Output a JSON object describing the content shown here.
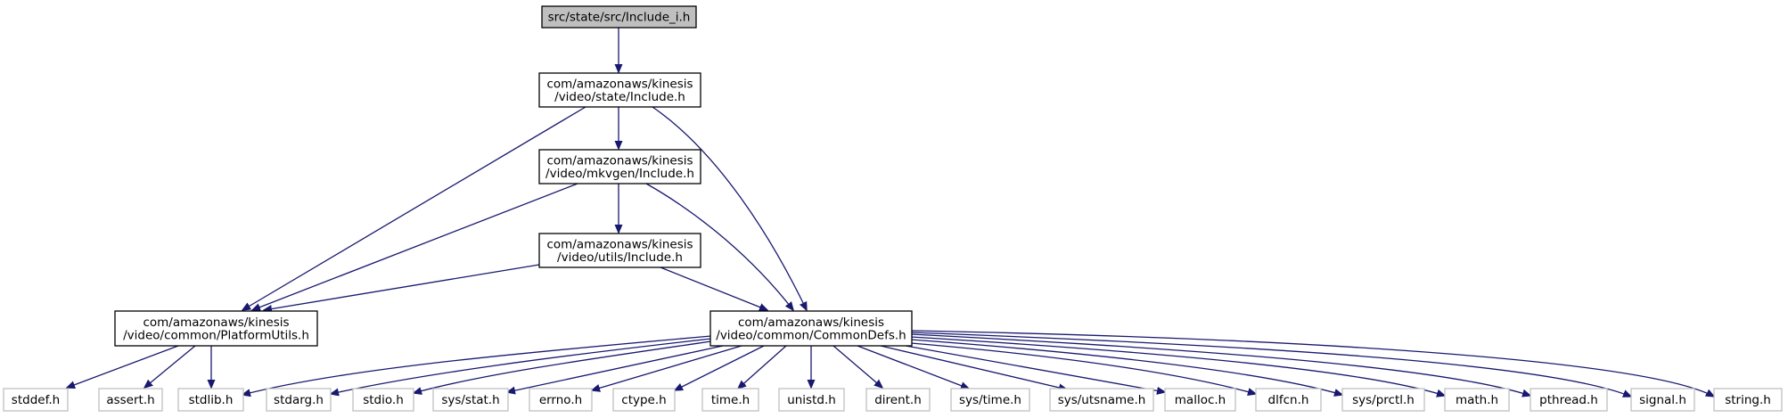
{
  "colors": {
    "edge": "#191970",
    "root_fill": "#bfbfbf",
    "root_stroke": "#000000",
    "header_fill": "#ffffff",
    "header_stroke": "#000000",
    "leaf_fill": "#ffffff",
    "leaf_stroke": "#bfbfbf"
  },
  "nodes": {
    "include_i": {
      "kind": "root",
      "lines": [
        "src/state/src/Include_i.h"
      ]
    },
    "state_include": {
      "kind": "header",
      "lines": [
        "com/amazonaws/kinesis",
        "/video/state/Include.h"
      ]
    },
    "mkvgen_include": {
      "kind": "header",
      "lines": [
        "com/amazonaws/kinesis",
        "/video/mkvgen/Include.h"
      ]
    },
    "utils_include": {
      "kind": "header",
      "lines": [
        "com/amazonaws/kinesis",
        "/video/utils/Include.h"
      ]
    },
    "platform_utils": {
      "kind": "header",
      "lines": [
        "com/amazonaws/kinesis",
        "/video/common/PlatformUtils.h"
      ]
    },
    "common_defs": {
      "kind": "header",
      "lines": [
        "com/amazonaws/kinesis",
        "/video/common/CommonDefs.h"
      ]
    },
    "stddef": {
      "kind": "leaf",
      "lines": [
        "stddef.h"
      ]
    },
    "assert": {
      "kind": "leaf",
      "lines": [
        "assert.h"
      ]
    },
    "stdlib": {
      "kind": "leaf",
      "lines": [
        "stdlib.h"
      ]
    },
    "stdarg": {
      "kind": "leaf",
      "lines": [
        "stdarg.h"
      ]
    },
    "stdio": {
      "kind": "leaf",
      "lines": [
        "stdio.h"
      ]
    },
    "sys_stat": {
      "kind": "leaf",
      "lines": [
        "sys/stat.h"
      ]
    },
    "errno": {
      "kind": "leaf",
      "lines": [
        "errno.h"
      ]
    },
    "ctype": {
      "kind": "leaf",
      "lines": [
        "ctype.h"
      ]
    },
    "time": {
      "kind": "leaf",
      "lines": [
        "time.h"
      ]
    },
    "unistd": {
      "kind": "leaf",
      "lines": [
        "unistd.h"
      ]
    },
    "dirent": {
      "kind": "leaf",
      "lines": [
        "dirent.h"
      ]
    },
    "sys_time": {
      "kind": "leaf",
      "lines": [
        "sys/time.h"
      ]
    },
    "sys_utsname": {
      "kind": "leaf",
      "lines": [
        "sys/utsname.h"
      ]
    },
    "malloc": {
      "kind": "leaf",
      "lines": [
        "malloc.h"
      ]
    },
    "dlfcn": {
      "kind": "leaf",
      "lines": [
        "dlfcn.h"
      ]
    },
    "sys_prctl": {
      "kind": "leaf",
      "lines": [
        "sys/prctl.h"
      ]
    },
    "math": {
      "kind": "leaf",
      "lines": [
        "math.h"
      ]
    },
    "pthread": {
      "kind": "leaf",
      "lines": [
        "pthread.h"
      ]
    },
    "signal": {
      "kind": "leaf",
      "lines": [
        "signal.h"
      ]
    },
    "string": {
      "kind": "leaf",
      "lines": [
        "string.h"
      ]
    }
  },
  "edges": [
    [
      "include_i",
      "state_include"
    ],
    [
      "state_include",
      "mkvgen_include"
    ],
    [
      "state_include",
      "platform_utils"
    ],
    [
      "state_include",
      "common_defs"
    ],
    [
      "mkvgen_include",
      "utils_include"
    ],
    [
      "mkvgen_include",
      "platform_utils"
    ],
    [
      "mkvgen_include",
      "common_defs"
    ],
    [
      "utils_include",
      "platform_utils"
    ],
    [
      "utils_include",
      "common_defs"
    ],
    [
      "platform_utils",
      "stddef"
    ],
    [
      "platform_utils",
      "assert"
    ],
    [
      "platform_utils",
      "stdlib"
    ],
    [
      "common_defs",
      "stdlib"
    ],
    [
      "common_defs",
      "stdarg"
    ],
    [
      "common_defs",
      "stdio"
    ],
    [
      "common_defs",
      "sys_stat"
    ],
    [
      "common_defs",
      "errno"
    ],
    [
      "common_defs",
      "ctype"
    ],
    [
      "common_defs",
      "time"
    ],
    [
      "common_defs",
      "unistd"
    ],
    [
      "common_defs",
      "dirent"
    ],
    [
      "common_defs",
      "sys_time"
    ],
    [
      "common_defs",
      "sys_utsname"
    ],
    [
      "common_defs",
      "malloc"
    ],
    [
      "common_defs",
      "dlfcn"
    ],
    [
      "common_defs",
      "sys_prctl"
    ],
    [
      "common_defs",
      "math"
    ],
    [
      "common_defs",
      "pthread"
    ],
    [
      "common_defs",
      "signal"
    ],
    [
      "common_defs",
      "string"
    ]
  ]
}
